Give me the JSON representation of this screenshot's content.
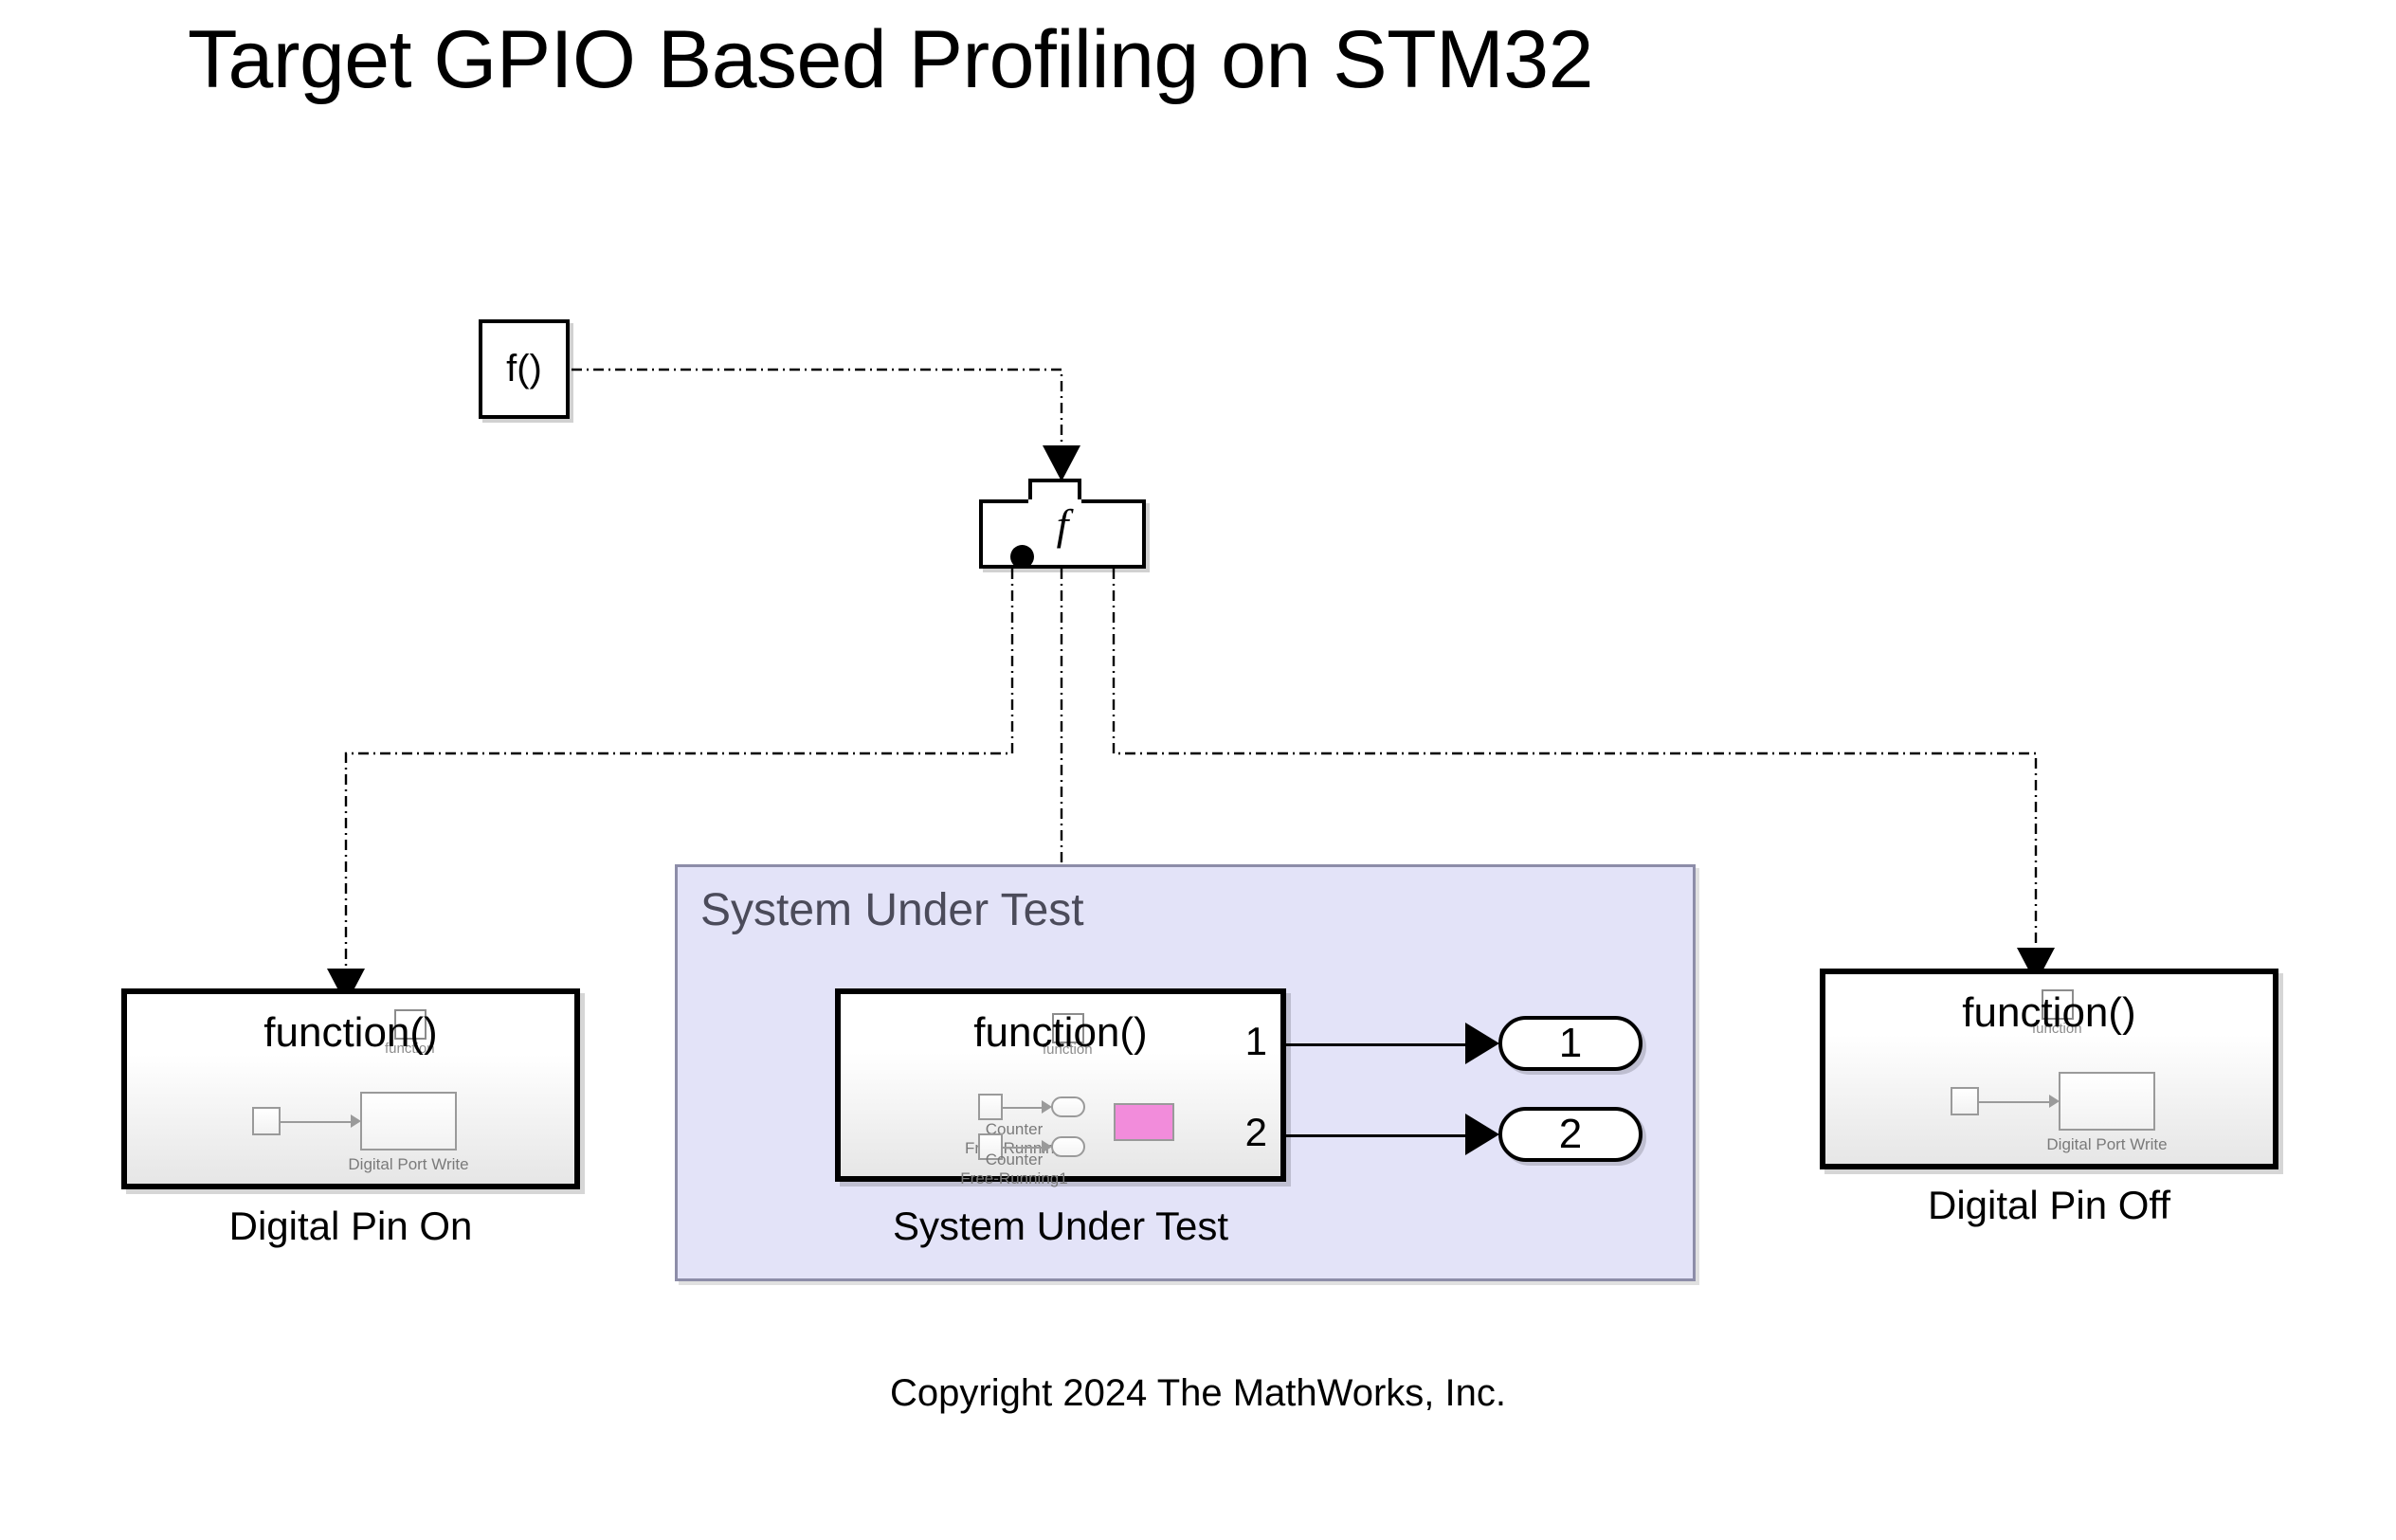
{
  "page": {
    "title": "Target GPIO Based Profiling on STM32",
    "copyright": "Copyright 2024 The MathWorks, Inc."
  },
  "source_block": {
    "label": "f()",
    "name": "function-call-generator"
  },
  "splitter_block": {
    "symbol": "f",
    "name": "function-call-split"
  },
  "sut_container": {
    "title": "System Under Test",
    "fill_color": "#e3e3f8",
    "border_color": "#8d8da8"
  },
  "blocks": [
    {
      "key": "digital_pin_on",
      "fn_title": "function()",
      "stub_label": "function",
      "caption": "Digital Pin On",
      "inner": {
        "source_label": "",
        "sink_label": "Digital Port Write"
      }
    },
    {
      "key": "system_under_test",
      "fn_title": "function()",
      "stub_label": "function",
      "caption": "System Under Test",
      "inner": {
        "counter1_label_line1": "Counter",
        "counter1_label_line2": "Free-Running",
        "counter2_label_line1": "Counter",
        "counter2_label_line2": "Free-Running1",
        "highlight_color": "#f28cdb"
      },
      "port_numbers": [
        "1",
        "2"
      ]
    },
    {
      "key": "digital_pin_off",
      "fn_title": "function()",
      "stub_label": "function",
      "caption": "Digital Pin Off",
      "inner": {
        "source_label": "",
        "sink_label": "Digital Port Write"
      }
    }
  ],
  "outports": [
    {
      "label": "1"
    },
    {
      "label": "2"
    }
  ]
}
